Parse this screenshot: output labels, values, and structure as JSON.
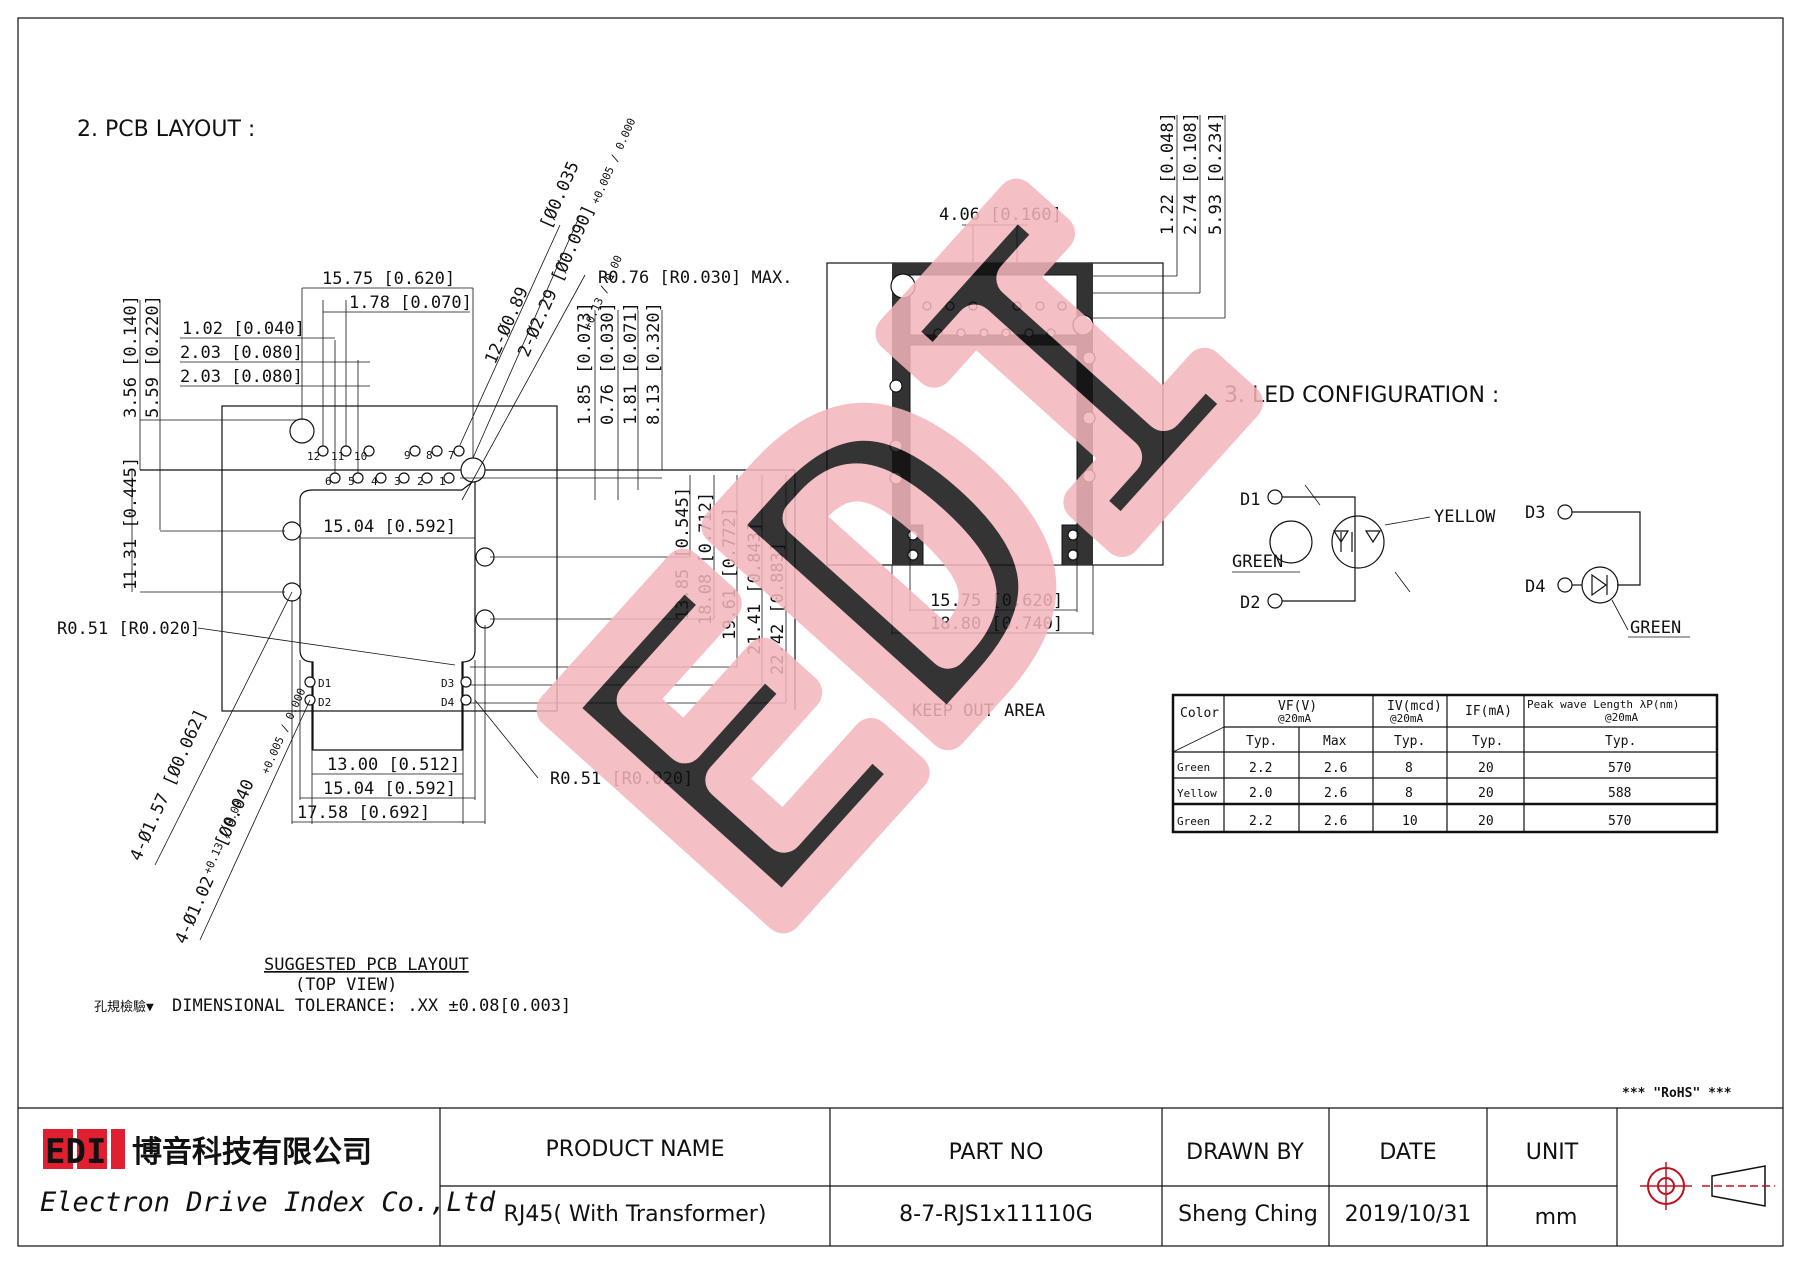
{
  "sections": {
    "pcb_layout": "2. PCB LAYOUT :",
    "led_config": "3. LED CONFIGURATION :",
    "keep_out": "KEEP OUT AREA",
    "suggested_1": "SUGGESTED PCB LAYOUT",
    "suggested_2": "(TOP VIEW)",
    "tolerance_prefix": "孔規檢驗▼",
    "tolerance": "DIMENSIONAL TOLERANCE: .XX ±0.08[0.003]"
  },
  "pcb_dims": {
    "w1575": "15.75 [0.620]",
    "w178": "1.78 [0.070]",
    "w102": "1.02 [0.040]",
    "w203a": "2.03 [0.080]",
    "w203b": "2.03 [0.080]",
    "v356": "3.56 [0.140]",
    "v559": "5.59 [0.220]",
    "v1131": "11.31 [0.445]",
    "w1504top": "15.04 [0.592]",
    "r076": "R0.76 [R0.030] MAX.",
    "hole12": "12-Ø0.89",
    "hole12_tol": "+0.13 / 0.00",
    "hole12b": "[Ø0.035",
    "hole12b_tol": "+0.005 / 0.000",
    "hole2": "2-Ø2.29 [Ø0.090]",
    "v185": "1.85 [0.073]",
    "v076": "0.76 [0.030]",
    "v181": "1.81 [0.071]",
    "v813": "8.13 [0.320]",
    "v1385": "13.85 [0.545]",
    "v1808": "18.08 [0.712]",
    "v1961": "19.61 [0.772]",
    "v2141": "21.41 [0.843]",
    "v2242": "22.42 [0.883]",
    "r051a": "R0.51 [R0.020]",
    "r051b": "R0.51 [R0.020]",
    "w1300": "13.00 [0.512]",
    "w1504b": "15.04 [0.592]",
    "w1758": "17.58 [0.692]",
    "hole157": "4-Ø1.57 [Ø0.062]",
    "hole102": "4-Ø1.02",
    "hole102_tol": "+0.13 / 0.00",
    "hole102b": "[Ø0.040",
    "hole102b_tol": "+0.005 / 0.000",
    "pins_top": [
      "12",
      "11",
      "10",
      "9",
      "8",
      "7"
    ],
    "pins_bot": [
      "6",
      "5",
      "4",
      "3",
      "2",
      "1"
    ],
    "led_pins": [
      "D1",
      "D2",
      "D3",
      "D4"
    ]
  },
  "keepout_dims": {
    "w406": "4.06 [0.160]",
    "v122": "1.22 [0.048]",
    "v274": "2.74 [0.108]",
    "v593": "5.93 [0.234]",
    "w1575": "15.75 [0.620]",
    "w1880": "18.80 [0.740]"
  },
  "led": {
    "d1": "D1",
    "d2": "D2",
    "d3": "D3",
    "d4": "D4",
    "green1": "GREEN",
    "yellow": "YELLOW",
    "green2": "GREEN"
  },
  "led_table": {
    "h_color": "Color",
    "h_vf": "VF(V)",
    "h_vf_sub": "@20mA",
    "h_iv": "IV(mcd)",
    "h_iv_sub": "@20mA",
    "h_if": "IF(mA)",
    "h_peak": "Peak wave Length λP(nm)",
    "h_peak_sub": "@20mA",
    "sub": [
      "Typ.",
      "Max",
      "Typ.",
      "Typ.",
      "Typ."
    ],
    "rows": [
      [
        "Green",
        "2.2",
        "2.6",
        "8",
        "20",
        "570"
      ],
      [
        "Yellow",
        "2.0",
        "2.6",
        "8",
        "20",
        "588"
      ],
      [
        "Green",
        "2.2",
        "2.6",
        "10",
        "20",
        "570"
      ]
    ]
  },
  "rohs": "*** \"RoHS\" ***",
  "title_block": {
    "logo": "EDI",
    "company_cn": "博音科技有限公司",
    "company_en": "Electron Drive Index Co.,Ltd",
    "h_product": "PRODUCT NAME",
    "h_part": "PART NO",
    "h_drawn": "DRAWN BY",
    "h_date": "DATE",
    "h_unit": "UNIT",
    "product": "RJ45( With Transformer)",
    "part": "8-7-RJS1x11110G",
    "drawn": "Sheng Ching",
    "date": "2019/10/31",
    "unit": "mm"
  },
  "colors": {
    "watermark": "#f4b5bd",
    "logo_red": "#e02030",
    "company_green": "#1c8a3a"
  }
}
